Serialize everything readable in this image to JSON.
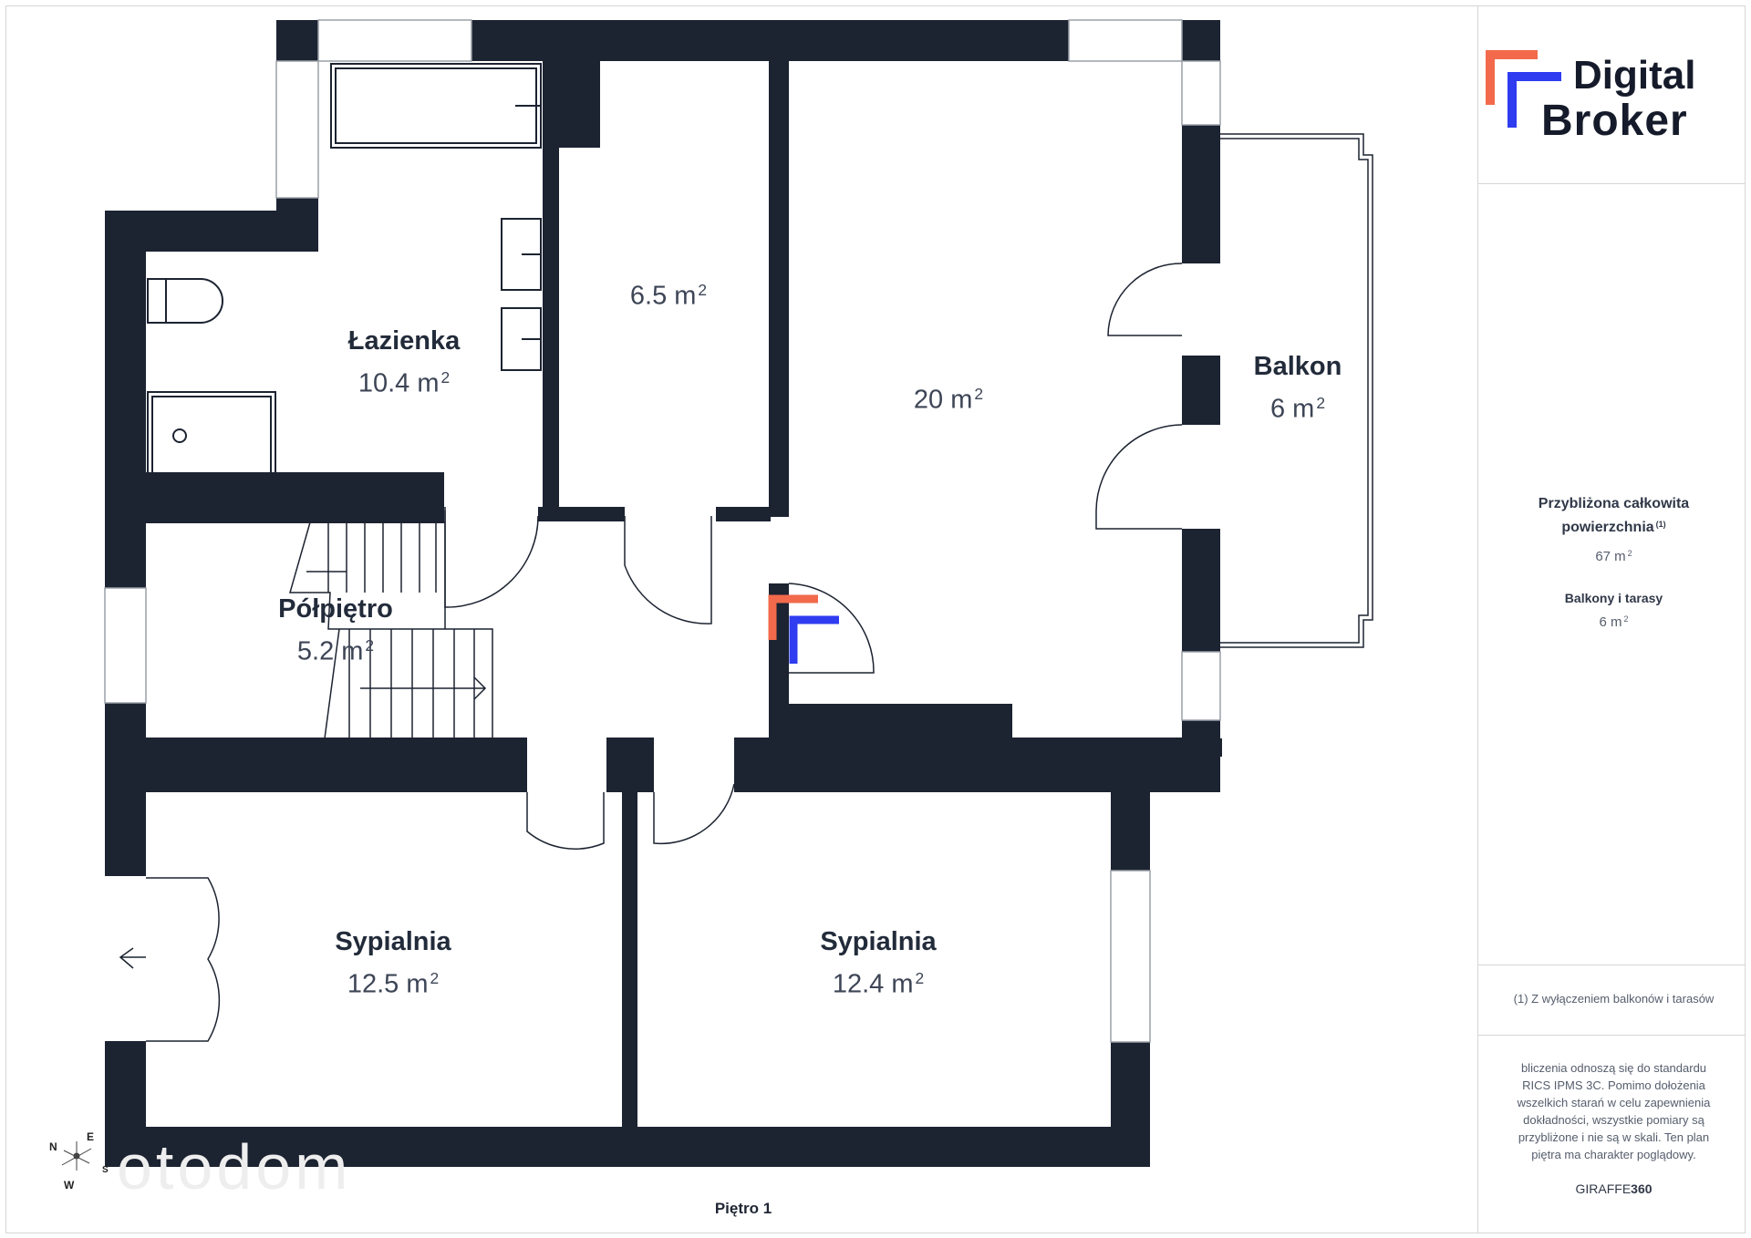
{
  "logo": {
    "line1": "Digital",
    "line2": "Broker",
    "colors": {
      "orange": "#f26a4b",
      "blue": "#2f3cf0"
    }
  },
  "rooms": {
    "lazienka": {
      "name": "Łazienka",
      "area": "10.4 m",
      "unit_sup": "2"
    },
    "room_6_5": {
      "name": "",
      "area": "6.5 m",
      "unit_sup": "2"
    },
    "room_20": {
      "name": "",
      "area": "20 m",
      "unit_sup": "2"
    },
    "balkon": {
      "name": "Balkon",
      "area": "6 m",
      "unit_sup": "2"
    },
    "polpietro": {
      "name": "Półpiętro",
      "area": "5.2 m",
      "unit_sup": "2"
    },
    "sypialnia_left": {
      "name": "Sypialnia",
      "area": "12.5 m",
      "unit_sup": "2"
    },
    "sypialnia_right": {
      "name": "Sypialnia",
      "area": "12.4 m",
      "unit_sup": "2"
    }
  },
  "summary": {
    "total_title_line1": "Przybliżona całkowita",
    "total_title_line2": "powierzchnia",
    "total_footnote_mark": "(1)",
    "total_value": "67 m",
    "total_value_sup": "2",
    "balcony_title": "Balkony i tarasy",
    "balcony_value": "6 m",
    "balcony_value_sup": "2"
  },
  "footnote": "(1) Z wyłączeniem balkonów i tarasów",
  "disclaimer": [
    "bliczenia odnoszą się do standardu",
    "RICS IPMS 3C. Pomimo dołożenia",
    "wszelkich starań w celu zapewnienia",
    "dokładności, wszystkie pomiary są",
    "przybliżone i nie są w skali. Ten plan",
    "piętra ma charakter poglądowy."
  ],
  "brand_bottom": {
    "prefix": "GIRAFFE",
    "suffix": "360"
  },
  "floor_name": "Piętro 1",
  "compass": {
    "n": "N",
    "e": "E",
    "s": "S",
    "w": "W"
  },
  "watermark": "otodom",
  "colors": {
    "wall": "#1c2331",
    "text": "#222b3a",
    "frame": "#d6d6d6"
  }
}
